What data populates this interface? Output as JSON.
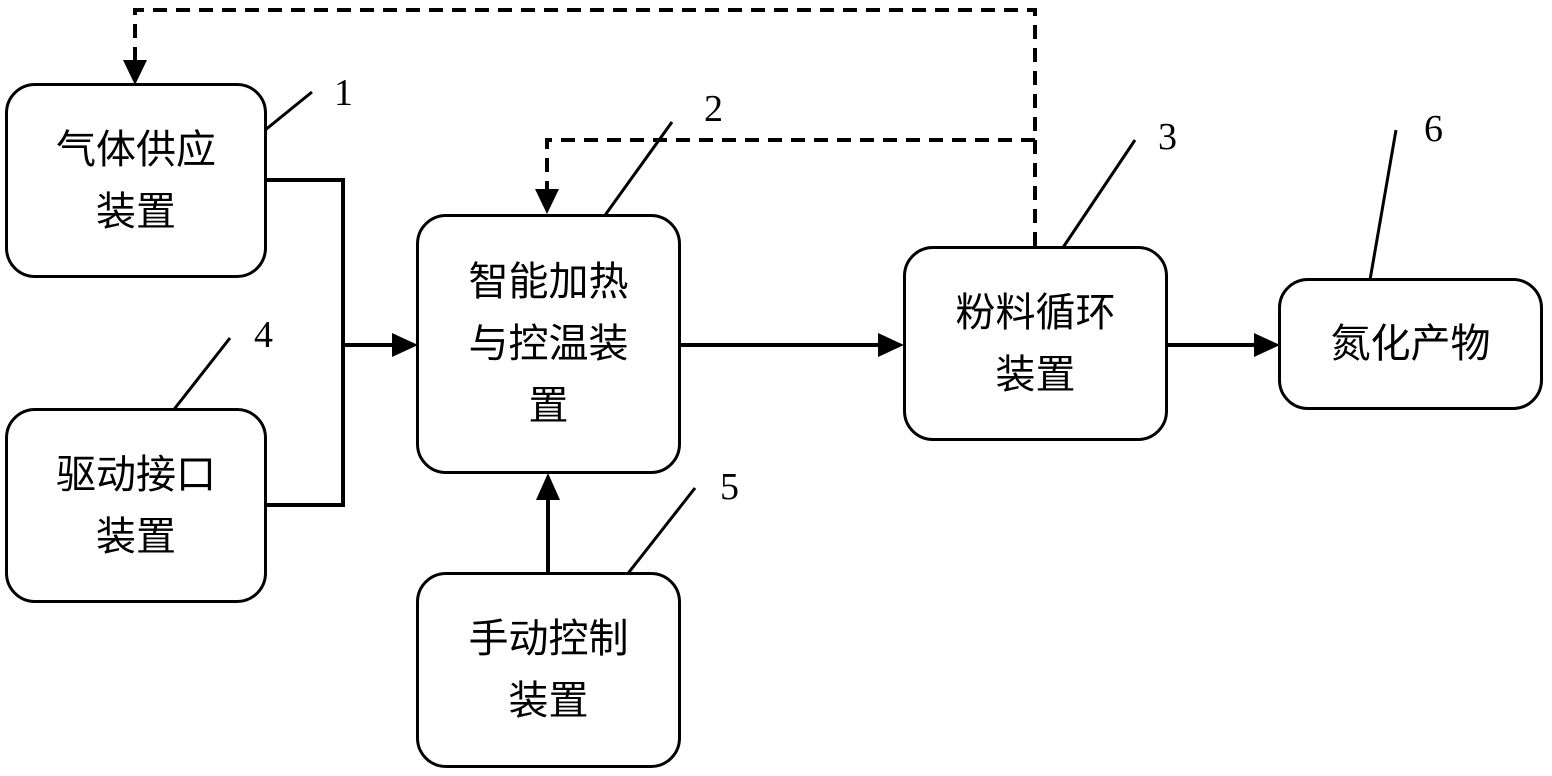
{
  "boxes": {
    "gas_supply": {
      "line1": "气体供应",
      "line2": "装置"
    },
    "drive_interface": {
      "line1": "驱动接口",
      "line2": "装置"
    },
    "heating_control": {
      "line1": "智能加热",
      "line2": "与控温装",
      "line3": "置"
    },
    "manual_control": {
      "line1": "手动控制",
      "line2": "装置"
    },
    "powder_circulation": {
      "line1": "粉料循环",
      "line2": "装置"
    },
    "nitride_product": {
      "line1": "氮化产物"
    }
  },
  "labels": {
    "gas_supply": "1",
    "heating_control": "2",
    "powder_circulation": "3",
    "drive_interface": "4",
    "manual_control": "5",
    "nitride_product": "6"
  }
}
